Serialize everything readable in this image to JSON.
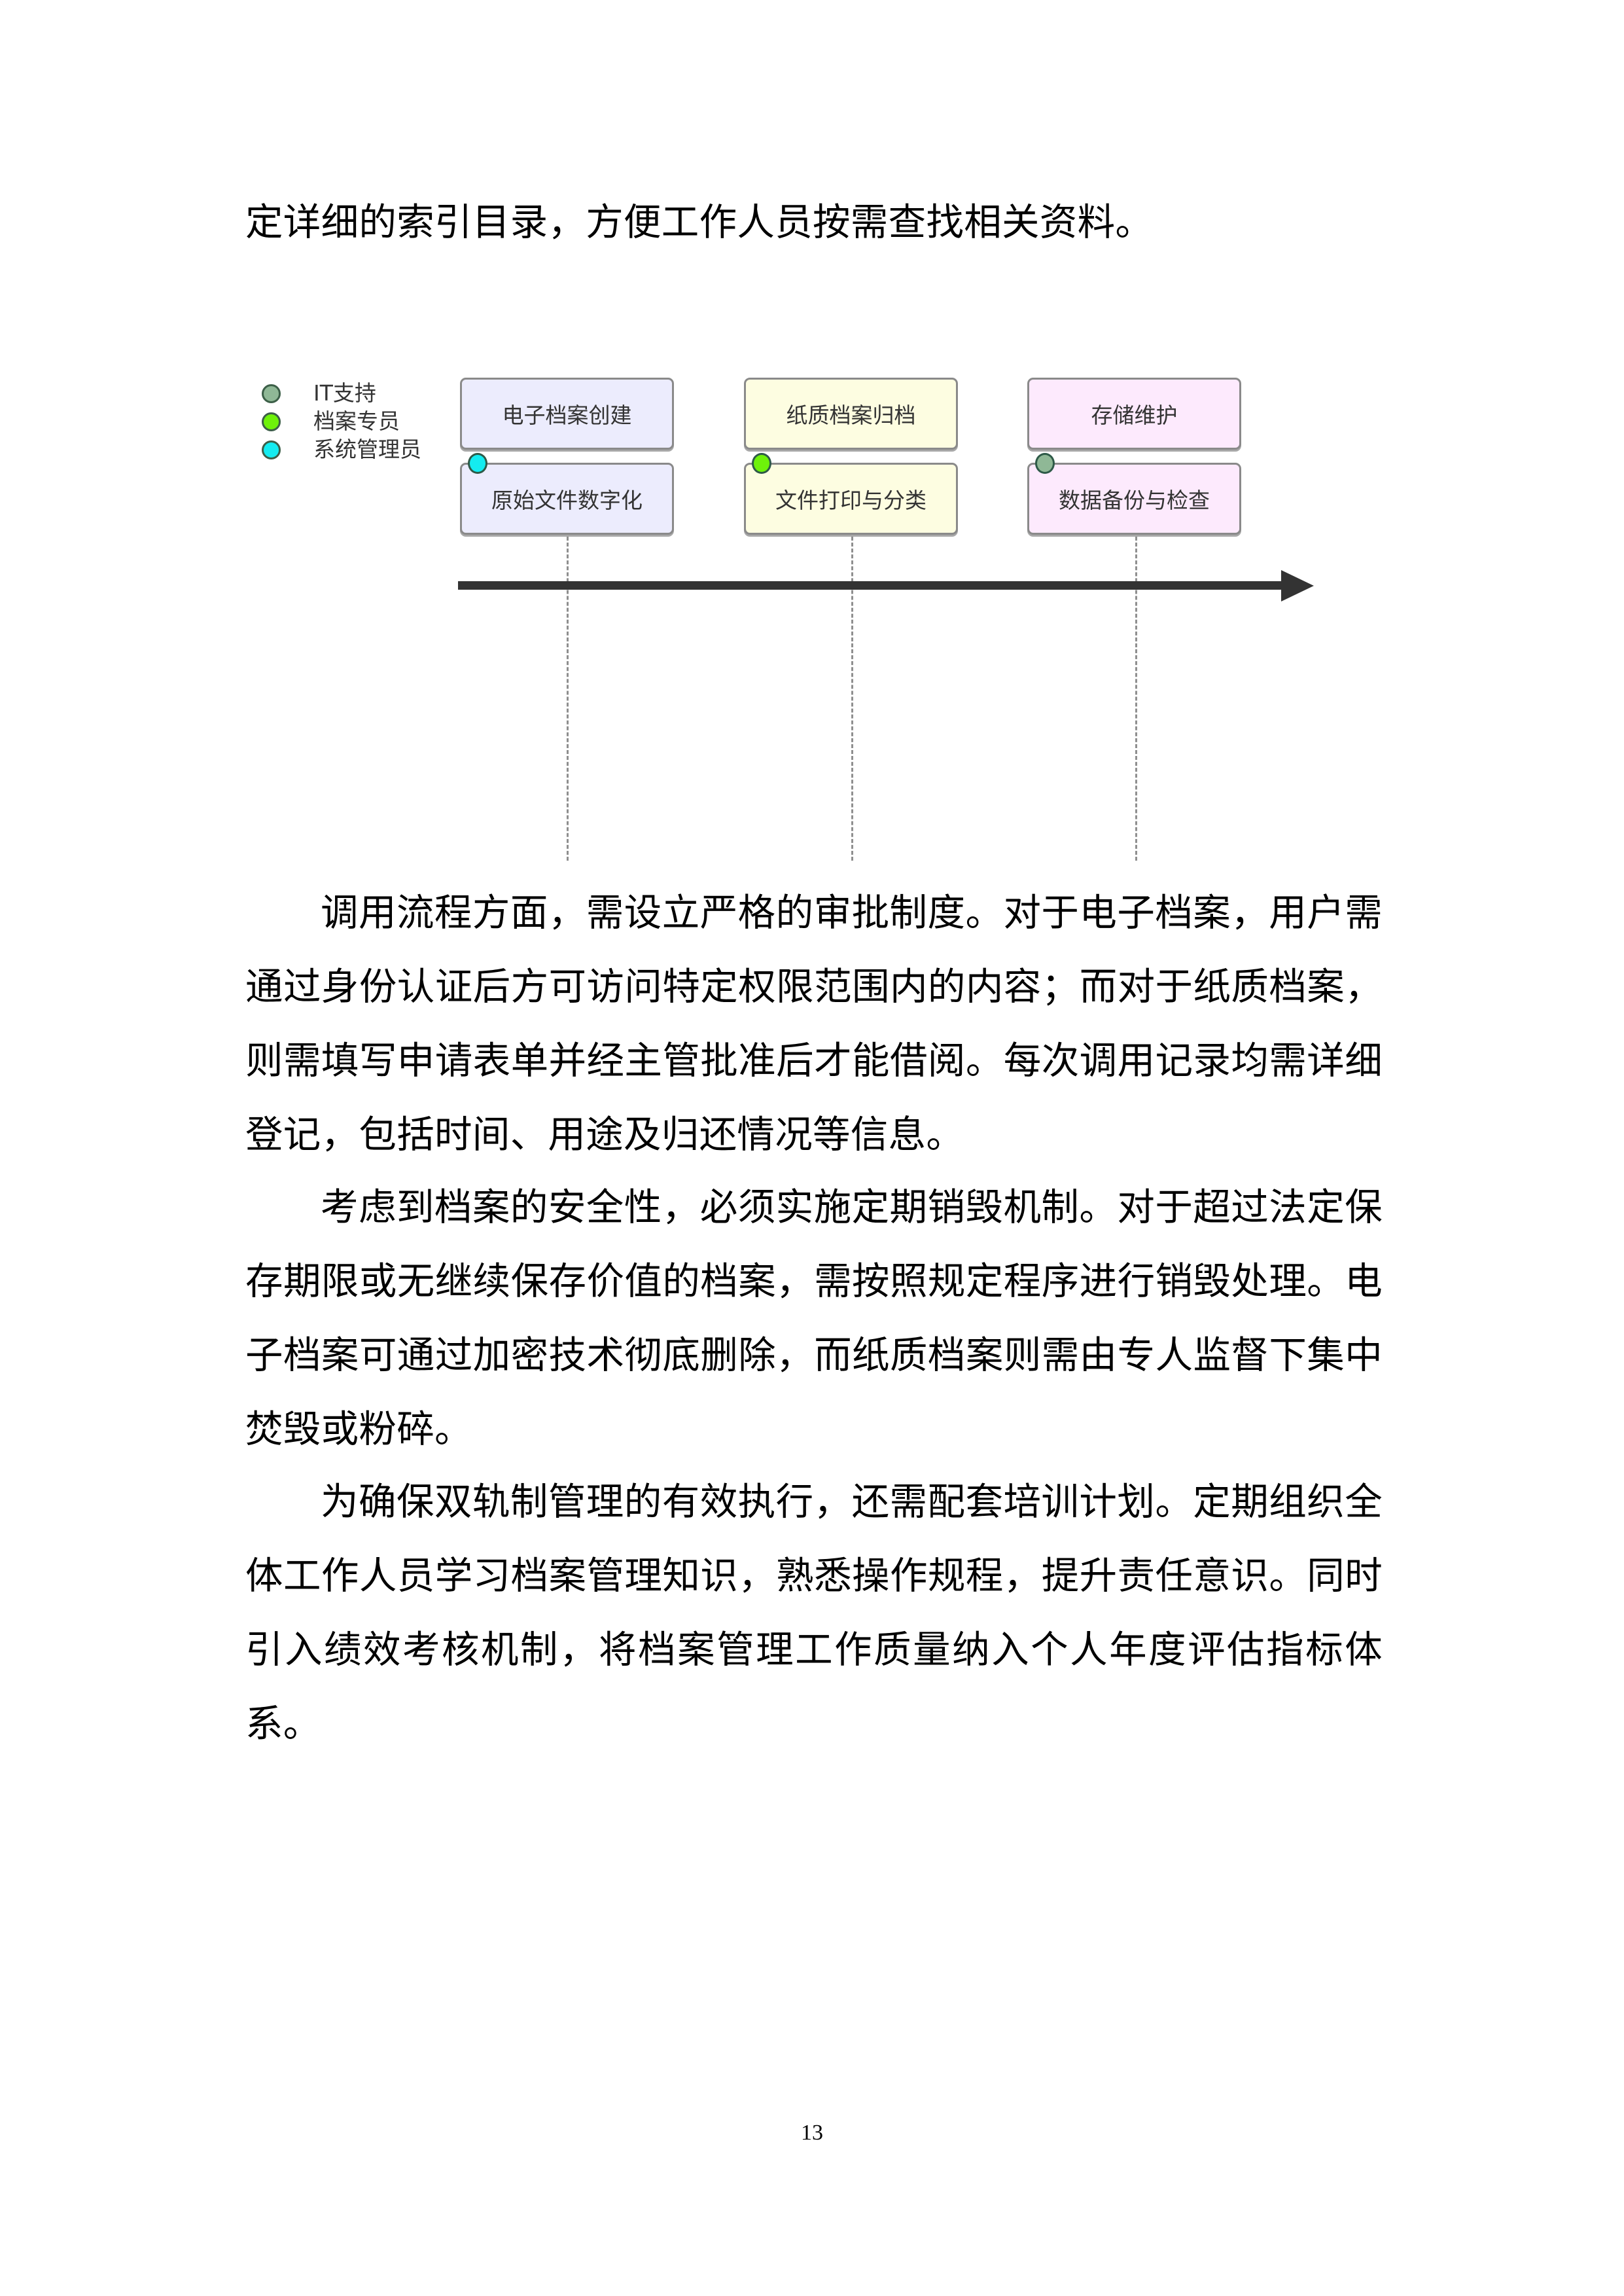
{
  "paragraphs": [
    {
      "text": "定详细的索引目录，方便工作人员按需查找相关资料。",
      "indent": false
    },
    {
      "text": "调用流程方面，需设立严格的审批制度。对于电子档案，用户需通过身份认证后方可访问特定权限范围内的内容；而对于纸质档案，则需填写申请表单并经主管批准后才能借阅。每次调用记录均需详细登记，包括时间、用途及归还情况等信息。",
      "indent": true
    },
    {
      "text": "考虑到档案的安全性，必须实施定期销毁机制。对于超过法定保存期限或无继续保存价值的档案，需按照规定程序进行销毁处理。电子档案可通过加密技术彻底删除，而纸质档案则需由专人监督下集中焚毁或粉碎。",
      "indent": true
    },
    {
      "text": "为确保双轨制管理的有效执行，还需配套培训计划。定期组织全体工作人员学习档案管理知识，熟悉操作规程，提升责任意识。同时引入绩效考核机制，将档案管理工作质量纳入个人年度评估指标体系。",
      "indent": true
    }
  ],
  "diagram": {
    "legend": [
      {
        "label": "IT支持",
        "color": "#8fb896"
      },
      {
        "label": "档案专员",
        "color": "#6ef20a"
      },
      {
        "label": "系统管理员",
        "color": "#14ecf0"
      }
    ],
    "sections": [
      {
        "title": "电子档案创建",
        "task": "原始文件数字化",
        "fill": "#ececfd",
        "role": "系统管理员",
        "role_color": "#14ecf0"
      },
      {
        "title": "纸质档案归档",
        "task": "文件打印与分类",
        "fill": "#fdfde1",
        "role": "档案专员",
        "role_color": "#6ef20a"
      },
      {
        "title": "存储维护",
        "task": "数据备份与检查",
        "fill": "#fdeafd",
        "role": "IT支持",
        "role_color": "#8fb896"
      }
    ],
    "axis_color": "#333333"
  },
  "page_number": "13"
}
